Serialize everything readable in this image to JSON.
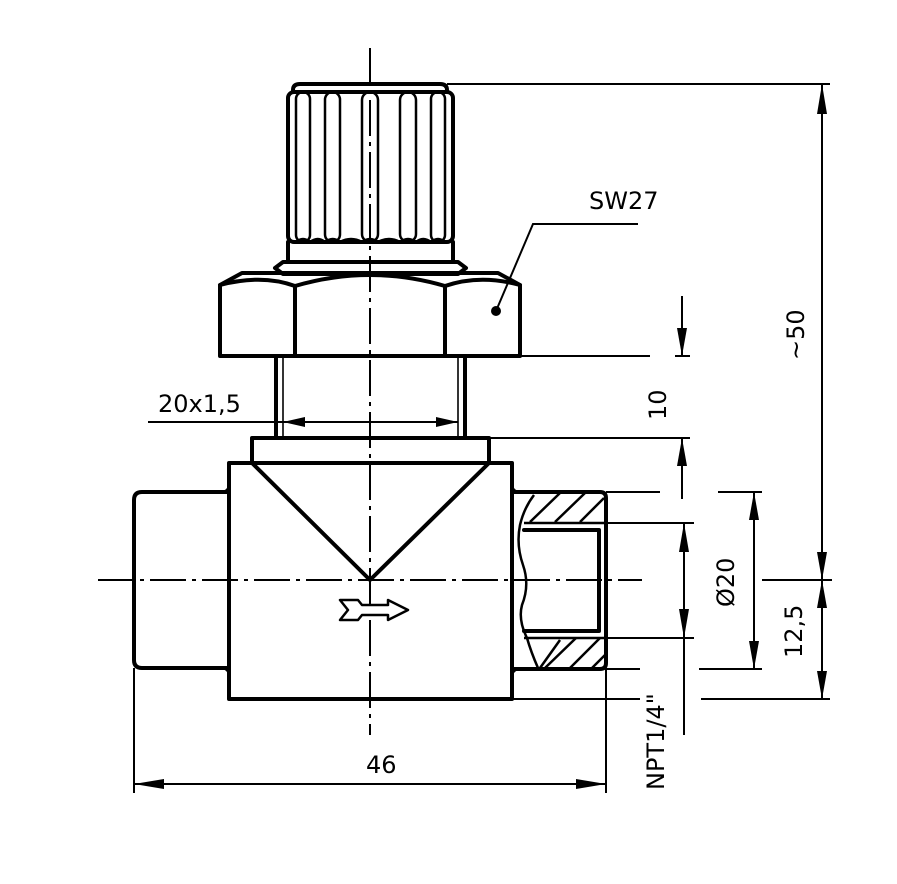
{
  "labels": {
    "wrench_size": "SW27",
    "thread": "20x1,5",
    "dim_10": "10",
    "dim_50": "~50",
    "dim_d20": "Ø20",
    "dim_12_5": "12,5",
    "pipe_thread": "NPT1/4\"",
    "width_46": "46"
  },
  "colors": {
    "ink": "#000000",
    "paper": "#ffffff"
  },
  "icons": {
    "flow_direction": "flow-arrow-icon"
  }
}
